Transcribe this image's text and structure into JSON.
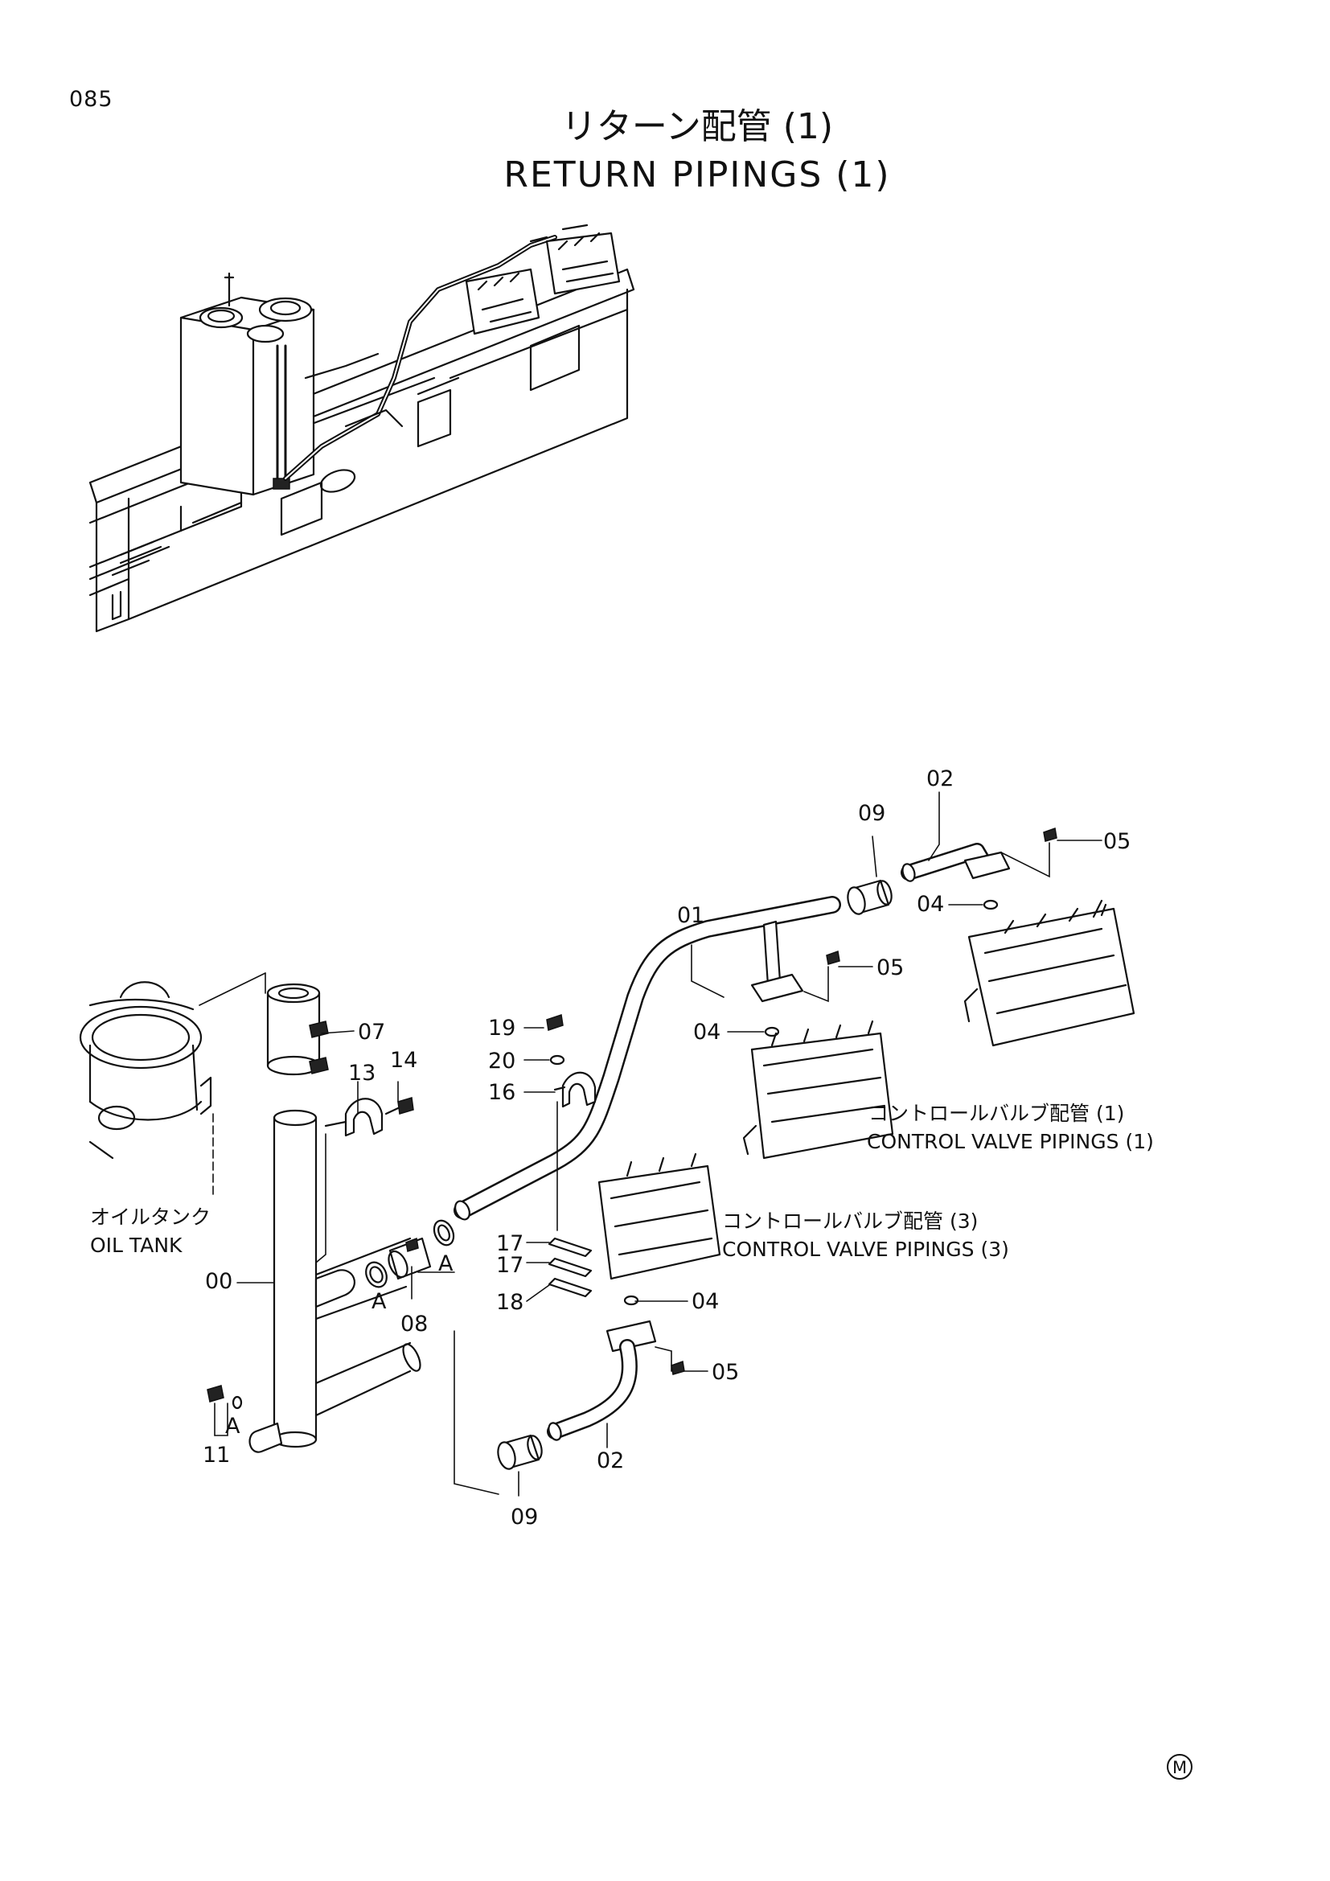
{
  "page_number": "085",
  "title": {
    "jp": "リターン配管 (1)",
    "en": "RETURN PIPINGS (1)"
  },
  "assembly_labels": {
    "oil_tank_jp": "オイルタンク",
    "oil_tank_en": "OIL TANK",
    "cvp1_jp": "コントロールバルブ配管 (1)",
    "cvp1_en": "CONTROL VALVE PIPINGS (1)",
    "cvp3_jp": "コントロールバルブ配管 (3)",
    "cvp3_en": "CONTROL VALVE PIPINGS (3)"
  },
  "callouts": {
    "c00": "00",
    "c01": "01",
    "c02_top": "02",
    "c02_bottom": "02",
    "c04_top": "04",
    "c04_mid": "04",
    "c04_bottom": "04",
    "c05_top": "05",
    "c05_mid": "05",
    "c05_bottom": "05",
    "c07": "07",
    "c08": "08",
    "c09_top": "09",
    "c09_bottom": "09",
    "c11": "11",
    "c13": "13",
    "c14": "14",
    "c16": "16",
    "c17_a": "17",
    "c17_b": "17",
    "c18": "18",
    "c19": "19",
    "c20": "20"
  },
  "section_marks": {
    "a1": "A",
    "a2": "A",
    "a3": "A"
  },
  "mark": "M"
}
